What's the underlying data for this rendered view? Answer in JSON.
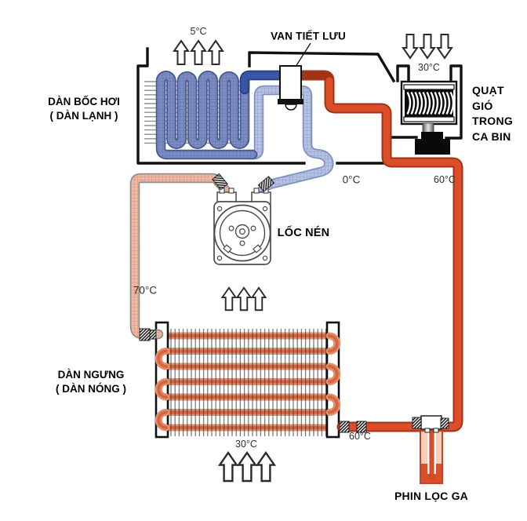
{
  "labels": {
    "expansion_valve": "VAN TIẾT LƯU",
    "evaporator_line1": "DÀN BỐC HƠI",
    "evaporator_line2": "( DÀN LẠNH )",
    "fan_line1": "QUẠT",
    "fan_line2": "GIÓ",
    "fan_line3": "TRONG",
    "fan_line4": "CA BIN",
    "compressor": "LỐC NÉN",
    "condenser_line1": "DÀN NGƯNG",
    "condenser_line2": "( DÀN NÓNG )",
    "filter_drier": "PHIN LỌC GA"
  },
  "temperatures": {
    "evap_air_out": "5°C",
    "cabin_air_in": "30°C",
    "suction_line": "0°C",
    "liquid_line_top": "60°C",
    "discharge_line": "70°C",
    "condenser_air_out": "30°C",
    "condenser_outlet": "60°C"
  },
  "colors": {
    "hot_liquid_pipe": "#dc4e2a",
    "discharge_pipe": "#f4b8a0",
    "suction_pipe": "#b5c2e3",
    "evaporator_coil": "#7b8cc2",
    "cold_liquid_pipe": "#3d57a8",
    "red_arrow": "#e32119",
    "cyan_arrow": "#56beeb",
    "pink_arrow": "#f28f8b",
    "condenser_tube": "#efa584"
  }
}
